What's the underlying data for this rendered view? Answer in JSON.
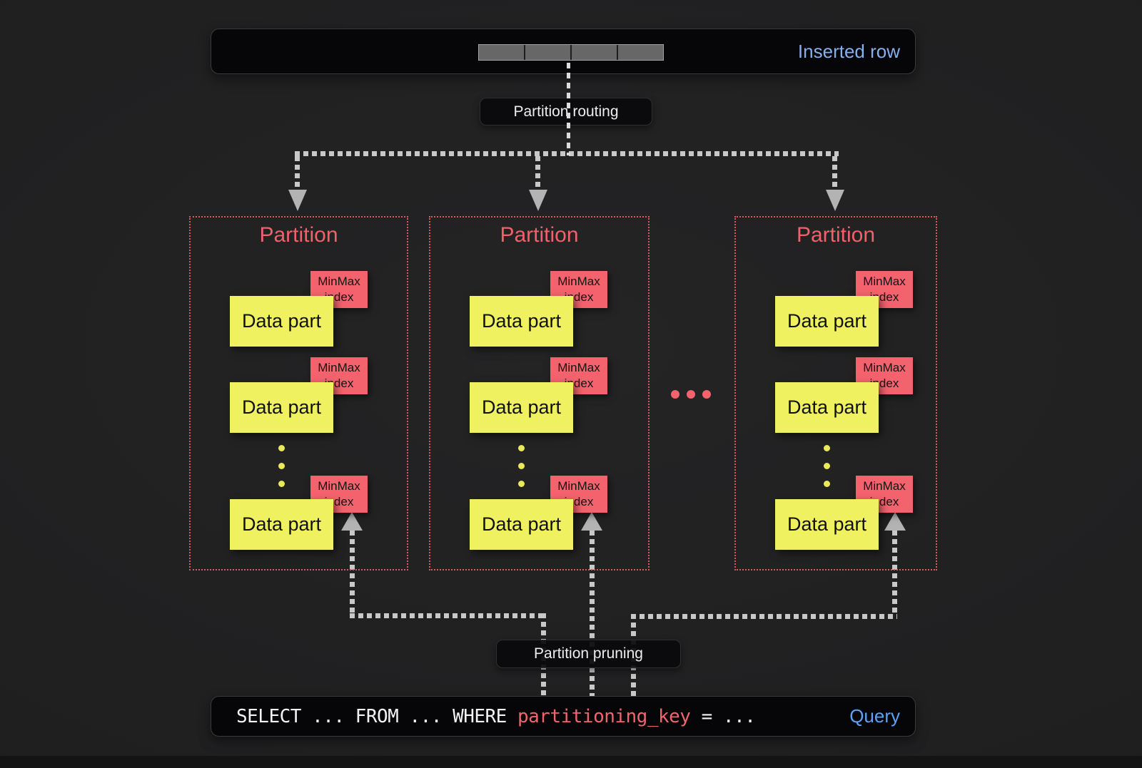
{
  "inserted_row_bar": {
    "label": "Inserted row",
    "segment_count": 4
  },
  "routing_label": "Partition routing",
  "pruning_label": "Partition pruning",
  "partitions": [
    {
      "title": "Partition",
      "parts": [
        {
          "part_label": "Data part",
          "index_label": "MinMax index"
        },
        {
          "part_label": "Data part",
          "index_label": "MinMax index"
        },
        {
          "part_label": "Data part",
          "index_label": "MinMax index"
        }
      ]
    },
    {
      "title": "Partition",
      "parts": [
        {
          "part_label": "Data part",
          "index_label": "MinMax index"
        },
        {
          "part_label": "Data part",
          "index_label": "MinMax index"
        },
        {
          "part_label": "Data part",
          "index_label": "MinMax index"
        }
      ]
    },
    {
      "title": "Partition",
      "parts": [
        {
          "part_label": "Data part",
          "index_label": "MinMax index"
        },
        {
          "part_label": "Data part",
          "index_label": "MinMax index"
        },
        {
          "part_label": "Data part",
          "index_label": "MinMax index"
        }
      ]
    }
  ],
  "query_bar": {
    "sql_prefix": "SELECT ... FROM ... WHERE ",
    "sql_key": "partitioning_key",
    "sql_suffix": " = ...",
    "label": "Query"
  },
  "icons": {
    "ellipsis_dots": "more-partitions-ellipsis",
    "down_arrows": "routing-arrow-down",
    "up_arrows": "pruning-arrow-up"
  },
  "colors": {
    "background": "#1f1f20",
    "bar_background": "#060608",
    "partition_border_red": "#d85a5a",
    "partition_title_red": "#f2606a",
    "minmax_red": "#f3626d",
    "datapart_yellow": "#f0f161",
    "inserted_blue": "#86afec",
    "query_blue": "#5fa1f4",
    "sql_key_red": "#f0646d",
    "line_gray": "#c8c8c8",
    "segment_gray": "#676767"
  }
}
